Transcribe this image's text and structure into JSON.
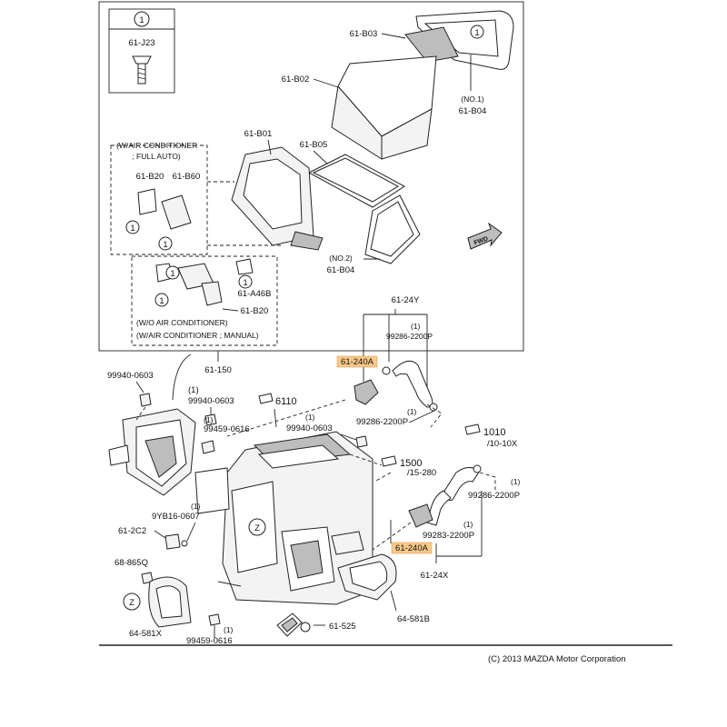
{
  "labels": {
    "l_61j23": "61-J23",
    "l_61b03": "61-B03",
    "l_61b02": "61-B02",
    "l_no1": "(NO.1)",
    "l_61b04a": "61-B04",
    "l_61b01": "61-B01",
    "l_61b05": "61-B05",
    "l_wac1": "(W/AIR CONDITIONER",
    "l_wac2": "; FULL AUTO)",
    "l_61b20a": "61-B20",
    "l_61b60": "61-B60",
    "l_fwd": "FWD",
    "l_no2": "(NO.2)",
    "l_61b04b": "61-B04",
    "l_61a46b": "61-A46B",
    "l_61b20b": "61-B20",
    "l_woac": "(W/O AIR CONDITIONER)",
    "l_wacm": "(W/AIR CONDITIONER ; MANUAL)",
    "l_61150": "61-150",
    "l_61_24y": "61-24Y",
    "l_99286a": "99286-2200P",
    "l_61240a": "61-240A",
    "l_99940a": "99940-0603",
    "l_99940b": "99940-0603",
    "l_6110": "6110",
    "l_99459a": "99459-0616",
    "l_99940c": "99940-0603",
    "l_99286b": "99286-2200P",
    "l_1010": "1010",
    "l_1010sub": "/10-10X",
    "l_1500": "1500",
    "l_1500sub": "/15-280",
    "l_99286c": "99286-2200P",
    "l_9yb16": "9YB16-0607",
    "l_612c2": "61-2C2",
    "l_99283": "99283-2200P",
    "l_61240b": "61-240A",
    "l_6124x": "61-24X",
    "l_68865q": "68-865Q",
    "l_64581x": "64-581X",
    "l_64581b": "64-581B",
    "l_61525": "61-525",
    "l_99459b": "99459-0616",
    "l_z": "Z",
    "l_one": "1",
    "copyright": "(C) 2013 MAZDA Motor Corporation"
  },
  "colors": {
    "highlight": "#f9c98a",
    "line": "#222222"
  }
}
